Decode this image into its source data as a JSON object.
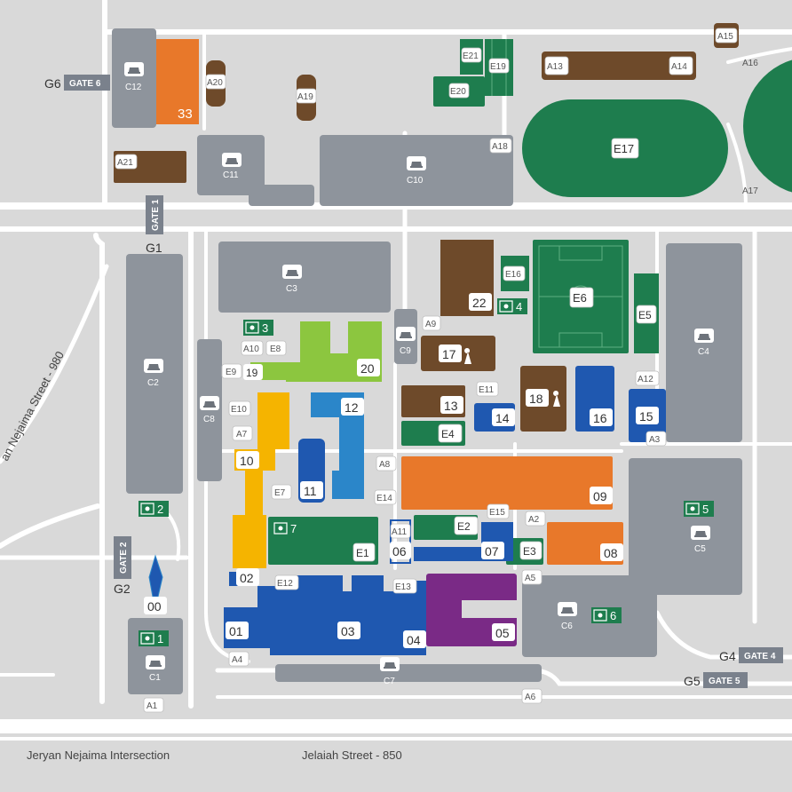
{
  "colors": {
    "background": "#d9d9d9",
    "road": "#ffffff",
    "parking": "#8e949c",
    "brown": "#6e4a2a",
    "green": "#1e7d4e",
    "blue": "#1f58b0",
    "lightblue": "#2b86c9",
    "orange": "#e8782a",
    "yellow": "#f5b400",
    "lime": "#8cc63f",
    "purple": "#7a2a86"
  },
  "streets": {
    "bottom_left": "Jeryan Nejaima Intersection",
    "bottom_right": "Jelaiah Street - 850",
    "diagonal": "an Nejaima Street - 980"
  },
  "gates": {
    "g6": {
      "code": "G6",
      "label": "GATE 6"
    },
    "g1": {
      "code": "G1",
      "label": "GATE 1"
    },
    "g2": {
      "code": "G2",
      "label": "GATE 2"
    },
    "g4": {
      "code": "G4",
      "label": "GATE 4"
    },
    "g5": {
      "code": "G5",
      "label": "GATE 5"
    }
  },
  "parking": {
    "c1": "C1",
    "c2": "C2",
    "c3": "C3",
    "c4": "C4",
    "c5": "C5",
    "c6": "C6",
    "c7": "C7",
    "c8": "C8",
    "c9": "C9",
    "c10": "C10",
    "c11": "C11",
    "c12": "C12"
  },
  "buildings": {
    "b00": "00",
    "b01": "01",
    "b02": "02",
    "b03": "03",
    "b04": "04",
    "b05": "05",
    "b06": "06",
    "b07": "07",
    "b08": "08",
    "b09": "09",
    "b10": "10",
    "b11": "11",
    "b12": "12",
    "b13": "13",
    "b14": "14",
    "b15": "15",
    "b16": "16",
    "b17": "17",
    "b18": "18",
    "b19": "19",
    "b20": "20",
    "b22": "22",
    "b33": "33"
  },
  "a_points": {
    "a1": "A1",
    "a2": "A2",
    "a3": "A3",
    "a4": "A4",
    "a5": "A5",
    "a6": "A6",
    "a7": "A7",
    "a8": "A8",
    "a9": "A9",
    "a10": "A10",
    "a11": "A11",
    "a12": "A12",
    "a13": "A13",
    "a14": "A14",
    "a15": "A15",
    "a16": "A16",
    "a17": "A17",
    "a18": "A18",
    "a19": "A19",
    "a20": "A20",
    "a21": "A21"
  },
  "e_points": {
    "e1": "E1",
    "e2": "E2",
    "e3": "E3",
    "e4": "E4",
    "e5": "E5",
    "e6": "E6",
    "e7": "E7",
    "e8": "E8",
    "e9": "E9",
    "e10": "E10",
    "e11": "E11",
    "e12": "E12",
    "e13": "E13",
    "e14": "E14",
    "e15": "E15",
    "e16": "E16",
    "e17": "E17",
    "e19": "E19",
    "e20": "E20",
    "e21": "E21"
  },
  "assembly": {
    "p1": "1",
    "p2": "2",
    "p3": "3",
    "p4": "4",
    "p5": "5",
    "p6": "6",
    "p7": "7"
  },
  "icons": {
    "car": "car-icon",
    "assembly": "assembly-point-icon",
    "prayer": "prayer-room-icon",
    "tower": "tower-icon"
  }
}
